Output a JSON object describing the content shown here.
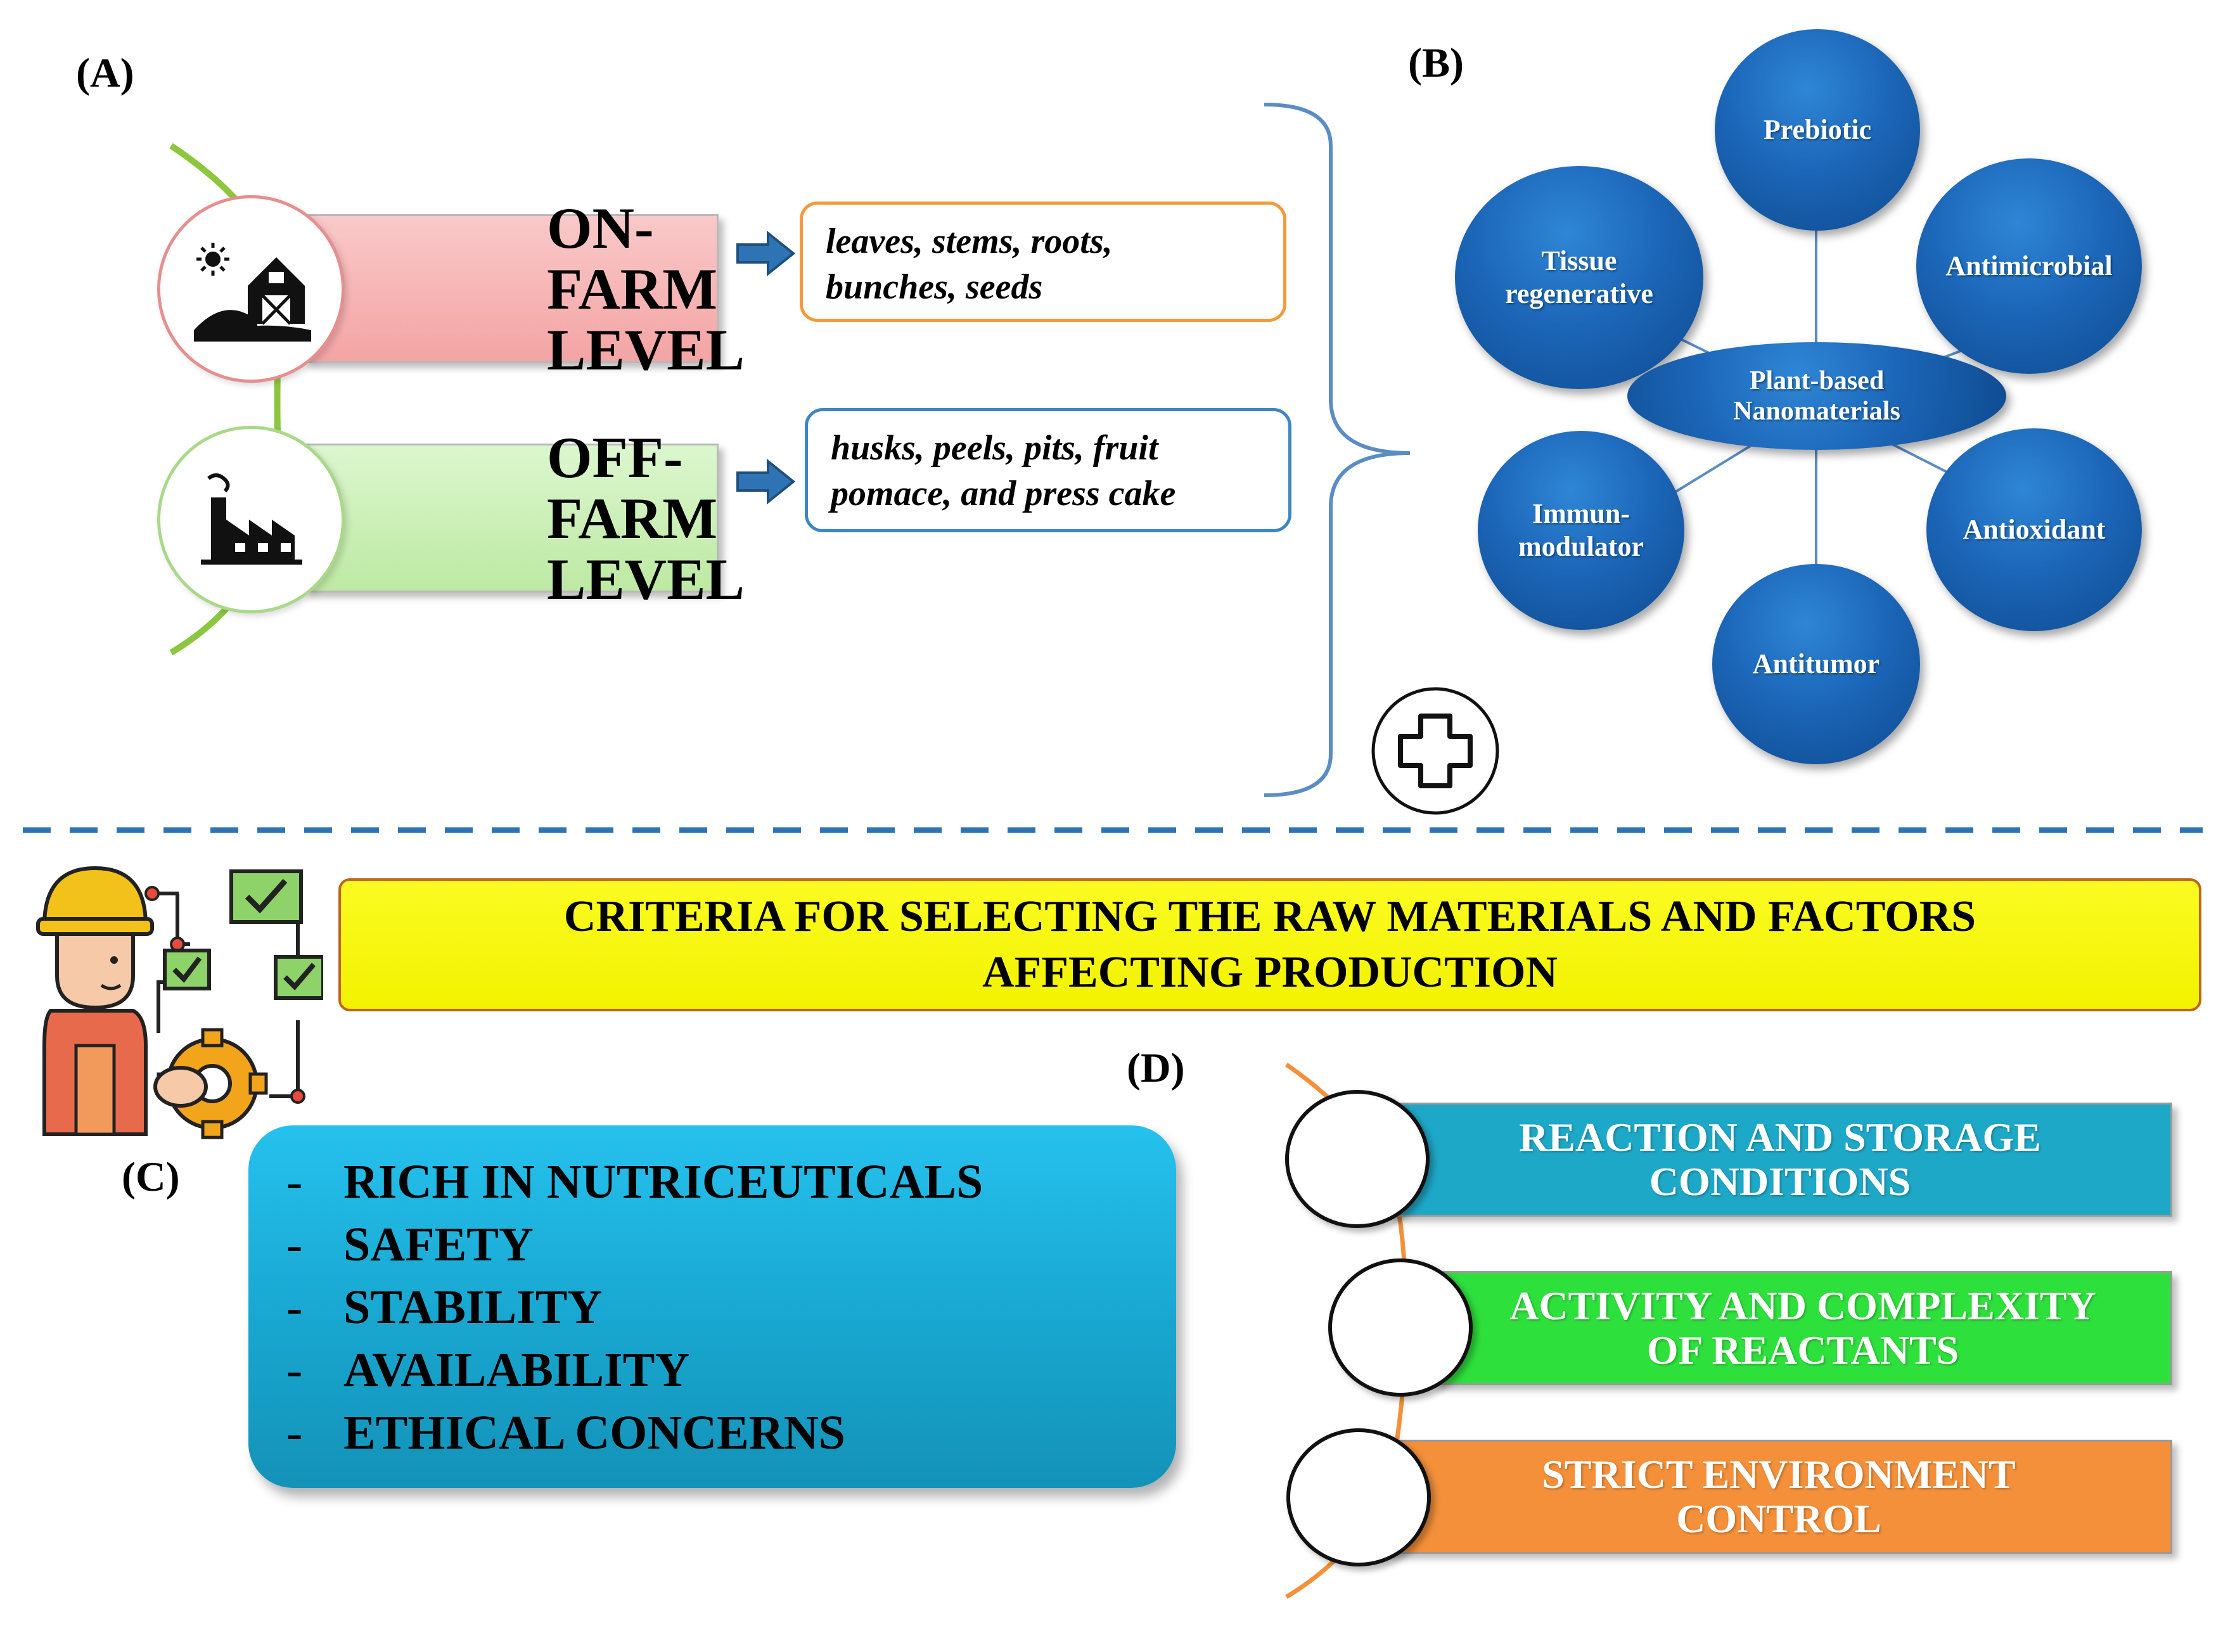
{
  "panels": {
    "a": "(A)",
    "b": "(B)",
    "c": "(C)",
    "d": "(D)"
  },
  "panel_a": {
    "on_farm": {
      "title_line1": "ON-FARM",
      "title_line2": "LEVEL",
      "icon": "farm-barn-icon",
      "examples_line1": "leaves, stems, roots,",
      "examples_line2": "bunches, seeds",
      "accent": "#f39a3c"
    },
    "off_farm": {
      "title_line1": "OFF-FARM",
      "title_line2": "LEVEL",
      "icon": "factory-icon",
      "examples_line1": "husks, peels, pits, fruit",
      "examples_line2": "pomace, and press cake",
      "accent": "#3d86c6"
    },
    "arrow_icon": "right-arrow-icon",
    "connector_color": "#8dc63f"
  },
  "panel_b": {
    "center": {
      "line1": "Plant-based",
      "line2": "Nanomaterials"
    },
    "properties": [
      {
        "line1": "Prebiotic",
        "line2": ""
      },
      {
        "line1": "Antimicrobial",
        "line2": ""
      },
      {
        "line1": "Antioxidant",
        "line2": ""
      },
      {
        "line1": "Antitumor",
        "line2": ""
      },
      {
        "line1": "Immun-",
        "line2": "modulator"
      },
      {
        "line1": "Tissue",
        "line2": "regenerative"
      }
    ],
    "plus_icon": "plus-circle-icon",
    "bubble_color": "#1c66b8"
  },
  "banner": {
    "line1": "CRITERIA FOR SELECTING THE RAW MATERIALS AND FACTORS",
    "line2": "AFFECTING PRODUCTION"
  },
  "checklist_icon": "worker-checklist-icon",
  "panel_c": {
    "items": [
      "RICH IN NUTRICEUTICALS",
      "SAFETY",
      "STABILITY",
      "AVAILABILITY",
      "ETHICAL CONCERNS"
    ],
    "dash": "-"
  },
  "panel_d": {
    "factors": [
      {
        "line1": "REACTION AND STORAGE",
        "line2": "CONDITIONS",
        "color": "#1ea8c8"
      },
      {
        "line1": "ACTIVITY AND COMPLEXITY",
        "line2": "OF REACTANTS",
        "color": "#2ee03c"
      },
      {
        "line1": "STRICT ENVIRONMENT",
        "line2": "CONTROL",
        "color": "#f4903a"
      }
    ]
  }
}
